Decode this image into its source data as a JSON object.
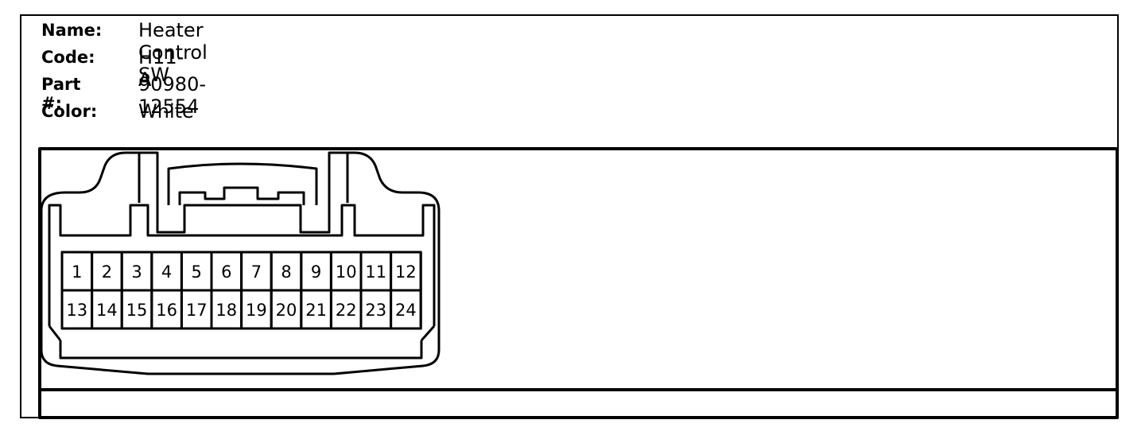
{
  "connector": {
    "fields": [
      {
        "label": "Name:",
        "value": "Heater Control SW"
      },
      {
        "label": "Code:",
        "value": "H11-A"
      },
      {
        "label": "Part #:",
        "value": "90980-12554"
      },
      {
        "label": "Color:",
        "value": "White"
      }
    ],
    "pins_top": [
      "1",
      "2",
      "3",
      "4",
      "5",
      "6",
      "7",
      "8",
      "9",
      "10",
      "11",
      "12"
    ],
    "pins_bottom": [
      "13",
      "14",
      "15",
      "16",
      "17",
      "18",
      "19",
      "20",
      "21",
      "22",
      "23",
      "24"
    ]
  },
  "colors": {
    "line": "#000000",
    "background": "#ffffff"
  }
}
